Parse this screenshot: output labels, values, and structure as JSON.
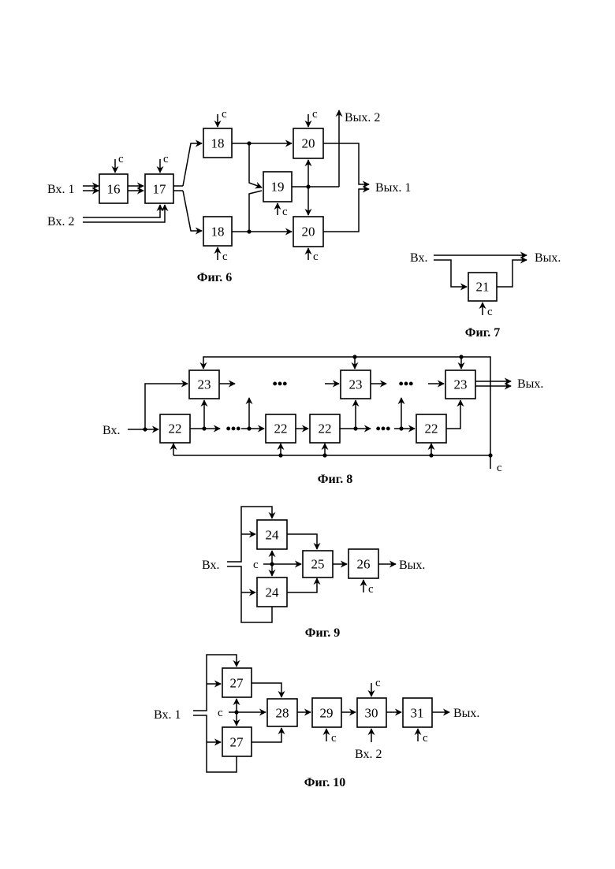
{
  "fig6": {
    "caption": "Фиг. 6",
    "inputs": [
      "Вх. 1",
      "Вх. 2"
    ],
    "outputs": [
      "Вых. 2",
      "Вых. 1"
    ],
    "blocks": [
      "16",
      "17",
      "18",
      "18",
      "19",
      "20",
      "20"
    ],
    "control": "c"
  },
  "fig7": {
    "caption": "Фиг. 7",
    "input": "Вх.",
    "output": "Вых.",
    "blocks": [
      "21"
    ],
    "control": "c"
  },
  "fig8": {
    "caption": "Фиг. 8",
    "input": "Вх.",
    "output": "Вых.",
    "blocks_top": [
      "23",
      "23",
      "23"
    ],
    "blocks_bottom": [
      "22",
      "22",
      "22",
      "22"
    ],
    "ellipsis": "•••",
    "control": "c"
  },
  "fig9": {
    "caption": "Фиг. 9",
    "input": "Вх.",
    "output": "Вых.",
    "blocks": [
      "24",
      "24",
      "25",
      "26"
    ],
    "control": "c"
  },
  "fig10": {
    "caption": "Фиг. 10",
    "inputs": [
      "Вх. 1",
      "Вх. 2"
    ],
    "output": "Вых.",
    "blocks": [
      "27",
      "27",
      "28",
      "29",
      "30",
      "31"
    ],
    "control": "c"
  }
}
